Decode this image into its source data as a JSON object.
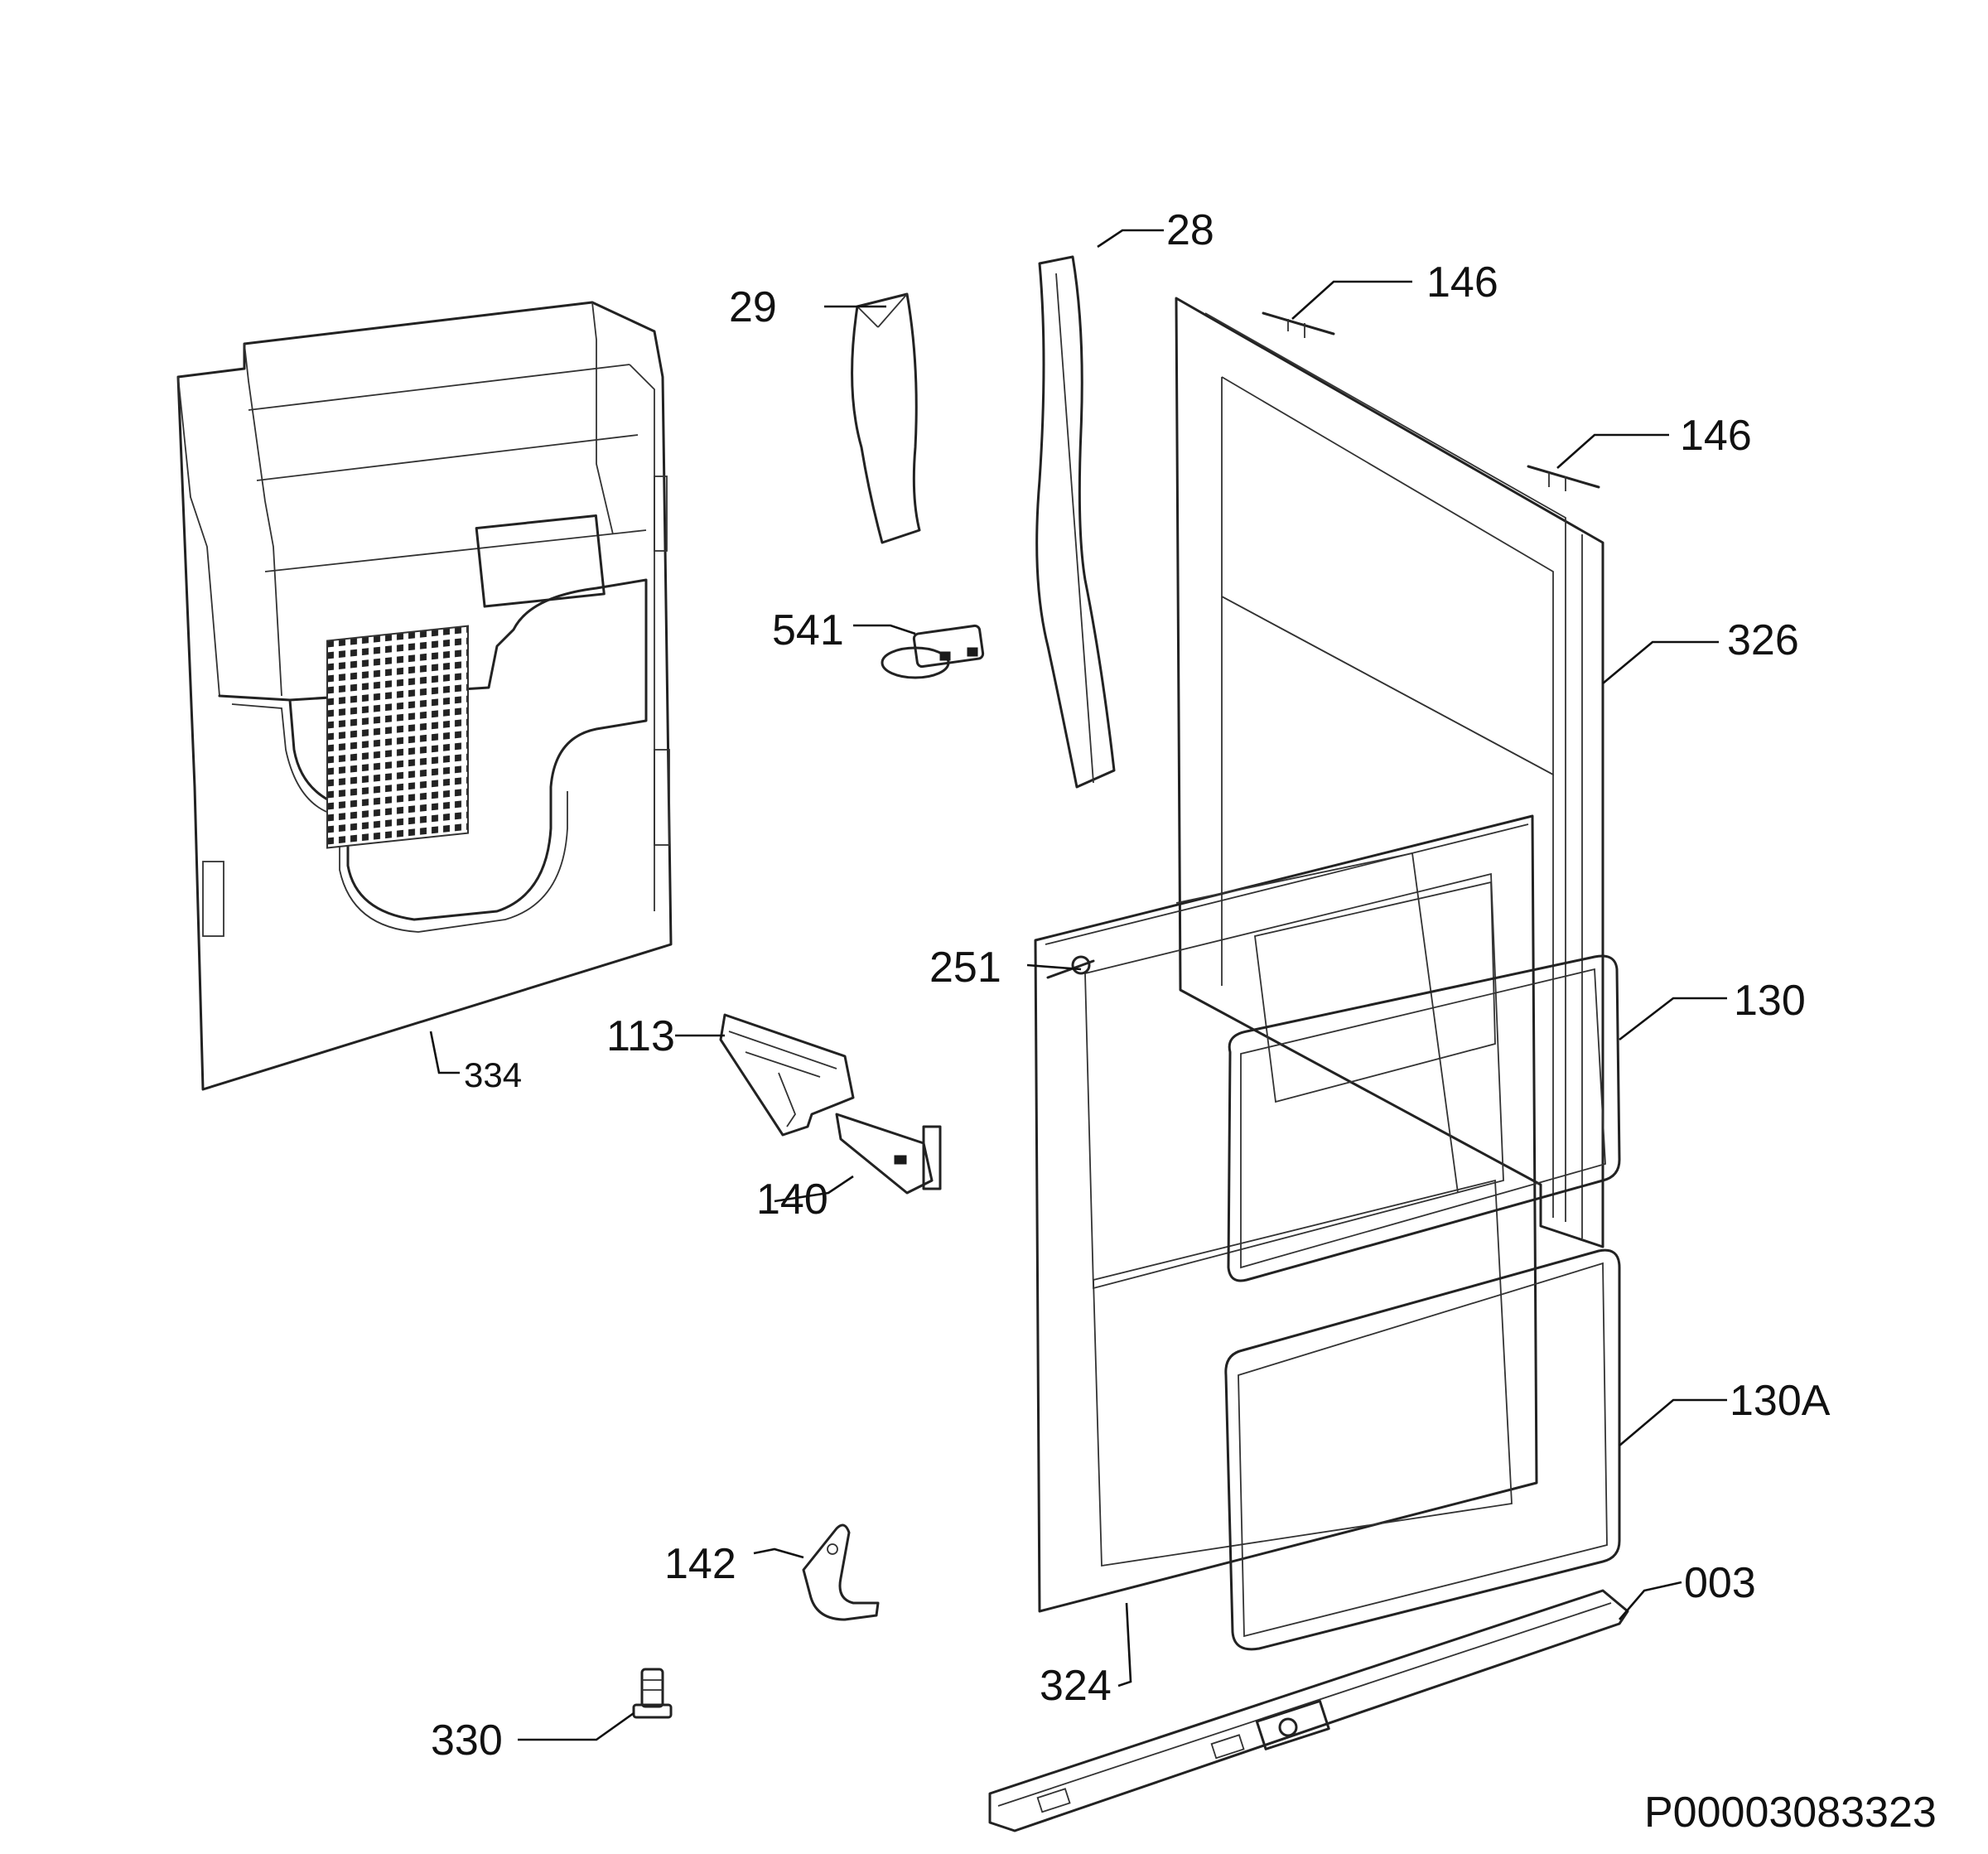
{
  "labels": {
    "p28": "28",
    "p29": "29",
    "p146a": "146",
    "p146b": "146",
    "p326": "326",
    "p541": "541",
    "p251": "251",
    "p130": "130",
    "p113": "113",
    "p334": "334",
    "p140": "140",
    "p130a": "130A",
    "p142": "142",
    "p003": "003",
    "p324": "324",
    "p330": "330"
  },
  "drawing_code": "P00003083323"
}
